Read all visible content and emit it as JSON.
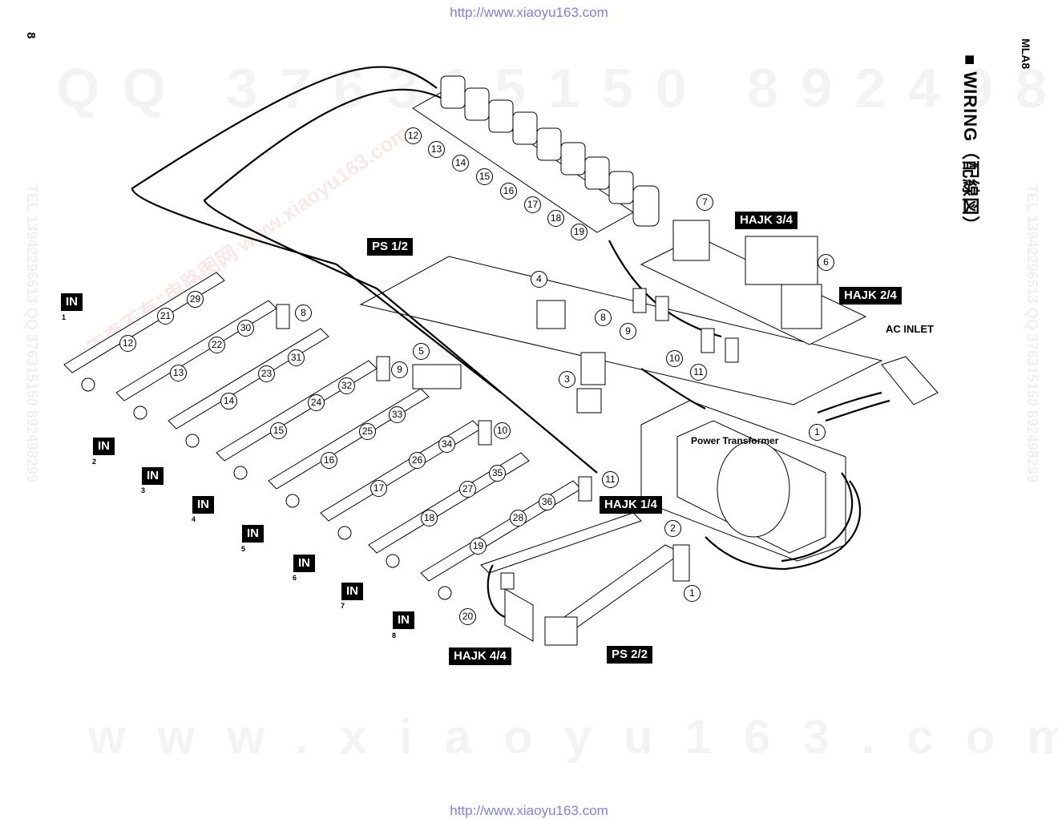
{
  "header_url": "http://www.xiaoyu163.com",
  "footer_url": "http://www.xiaoyu163.com",
  "page_number": "8",
  "model": "MLA8",
  "title": "■ WIRING（配線図）",
  "watermarks": {
    "top": "QQ 376315150  892498299",
    "bottom": "www.xiaoyu163.com",
    "diagonal": "“无奇不有”电路图网 www.xiaoyu163.com",
    "side_left": "TEL 13942296513  QQ 376315150  892498299",
    "side_right": "TEL 13942296513  QQ 376315150  892498299"
  },
  "labels": {
    "ps12": "PS 1/2",
    "ps22": "PS 2/2",
    "hajk14": "HAJK 1/4",
    "hajk24": "HAJK 2/4",
    "hajk34": "HAJK 3/4",
    "hajk44": "HAJK 4/4",
    "ac_inlet": "AC INLET",
    "power_transformer": "Power Transformer",
    "in": "IN"
  },
  "inputs": [
    "1",
    "2",
    "3",
    "4",
    "5",
    "6",
    "7",
    "8"
  ],
  "callouts": [
    "1",
    "1",
    "2",
    "3",
    "4",
    "5",
    "6",
    "7",
    "8",
    "8",
    "9",
    "9",
    "10",
    "10",
    "11",
    "11",
    "12",
    "12",
    "13",
    "13",
    "14",
    "14",
    "15",
    "15",
    "16",
    "16",
    "17",
    "17",
    "18",
    "18",
    "19",
    "19",
    "20",
    "21",
    "22",
    "23",
    "24",
    "25",
    "26",
    "27",
    "28",
    "29",
    "30",
    "31",
    "32",
    "33",
    "34",
    "35",
    "36"
  ]
}
